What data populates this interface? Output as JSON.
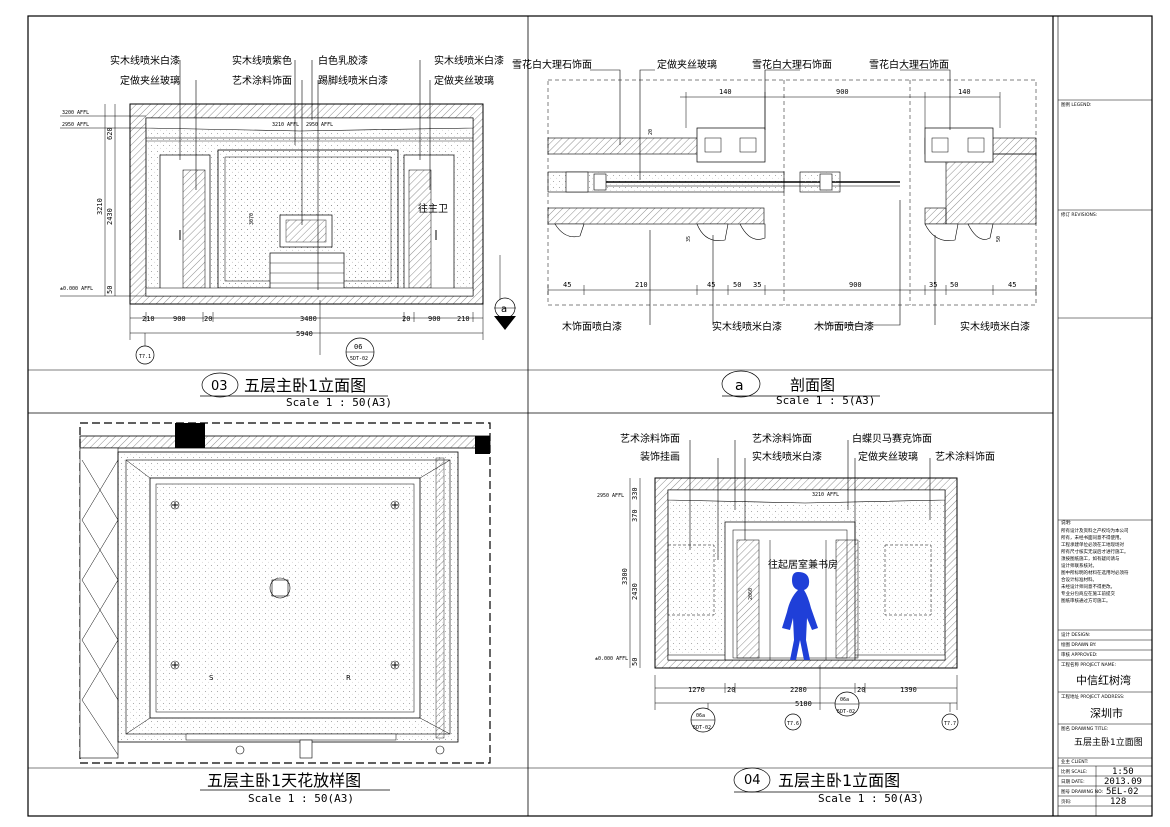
{
  "panels": {
    "p03": {
      "number": "03",
      "title": "五层主卧1立面图",
      "scale": "Scale 1 : 50(A3)",
      "labels_left": [
        "实木线喷米白漆",
        "定做夹丝玻璃"
      ],
      "labels_mid1": [
        "实木线喷紫色",
        "艺术涂料饰面"
      ],
      "labels_mid2": [
        "白色乳胶漆",
        "踢脚线喷米白漆"
      ],
      "labels_right": [
        "实木线喷米白漆",
        "定做夹丝玻璃"
      ],
      "levels": [
        "3200 AFFL",
        "2950 AFFL",
        "±0.000 AFFL",
        "3210 AFFL",
        "2950 AFFL"
      ],
      "vdims": [
        "620",
        "2430",
        "3210",
        "50",
        "3070"
      ],
      "hdims": [
        "210",
        "900",
        "20",
        "3480",
        "20",
        "900",
        "210"
      ],
      "total": "5940",
      "note": "往主卫",
      "tag_left": "T7.1",
      "tag_ref": "06",
      "tag_ref_sheet": "5DT-02",
      "section_tag": "a"
    },
    "pa": {
      "number": "a",
      "title": "剖面图",
      "scale": "Scale 1 : 5(A3)",
      "labels_top": [
        "雪花白大理石饰面",
        "定做夹丝玻璃",
        "雪花白大理石饰面",
        "雪花白大理石饰面"
      ],
      "labels_bottom": [
        "木饰面喷白漆",
        "实木线喷米白漆",
        "木饰面喷白漆",
        "实木线喷米白漆"
      ],
      "dims_top": [
        "140",
        "900",
        "140"
      ],
      "dims_bottom": [
        "45",
        "210",
        "45",
        "50",
        "35",
        "900",
        "35",
        "50",
        "45"
      ],
      "dims_small": [
        "20",
        "35",
        "50"
      ]
    },
    "pc": {
      "title": "五层主卧1天花放样图",
      "scale": "Scale 1 : 50(A3)",
      "marks": [
        "S",
        "R"
      ]
    },
    "p04": {
      "number": "04",
      "title": "五层主卧1立面图",
      "scale": "Scale 1 : 50(A3)",
      "labels_top": [
        "艺术涂料饰面",
        "装饰挂画",
        "艺术涂料饰面",
        "实木线喷米白漆",
        "白蝶贝马赛克饰面",
        "定做夹丝玻璃",
        "艺术涂料饰面"
      ],
      "levels": [
        "2950 AFFL",
        "±0.000 AFFL",
        "3210 AFFL"
      ],
      "vdims": [
        "330",
        "370",
        "3300",
        "2430",
        "2060",
        "50"
      ],
      "hdims": [
        "1270",
        "20",
        "2280",
        "20",
        "1390"
      ],
      "total": "5180",
      "note": "往起居室兼书房",
      "tags": [
        "06a",
        "T7.6",
        "06a",
        "T7.7"
      ],
      "tag_sheets": [
        "5DT-02",
        "5DT-02"
      ]
    }
  },
  "title_block": {
    "legend": "图例 LEGEND:",
    "revisions": "修订 REVISIONS:",
    "notes_title": "说明:",
    "notes": [
      "所有设计及资料之产权均为本公司",
      "所有，未经书面同意不得使用。",
      "工程承建单位必须在工地现场对",
      "所有尺寸核实无误后才进行施工。",
      "须按图纸施工，如有疑问请与",
      "设计师联系核对。",
      "图中所标明的材料在选用时必须符",
      "合设计标准材料。",
      "未经设计师同意不得更改。",
      "专业分包商应在施工前提交",
      "图纸审核通过方可施工。"
    ],
    "designer": "设计 DESIGN:",
    "drawn": "绘图 DRAWN BY:",
    "checked": "审核 APPROVED:",
    "project_label": "工程名称 PROJECT NAME:",
    "project": "中信红树湾",
    "address_label": "工程地址 PROJECT ADDRESS:",
    "address": "深圳市",
    "drawing_label": "图名 DRAWING TITLE:",
    "drawing": "五层主卧1立面图",
    "client_label": "业主 CLIENT:",
    "scale_label": "比例 SCALE:",
    "scale": "1:50",
    "date_label": "日期 DATE:",
    "date": "2013.09",
    "number_label": "图号 DRAWING NO:",
    "number": "5EL-02",
    "page_label": "页码:",
    "page": "128"
  }
}
